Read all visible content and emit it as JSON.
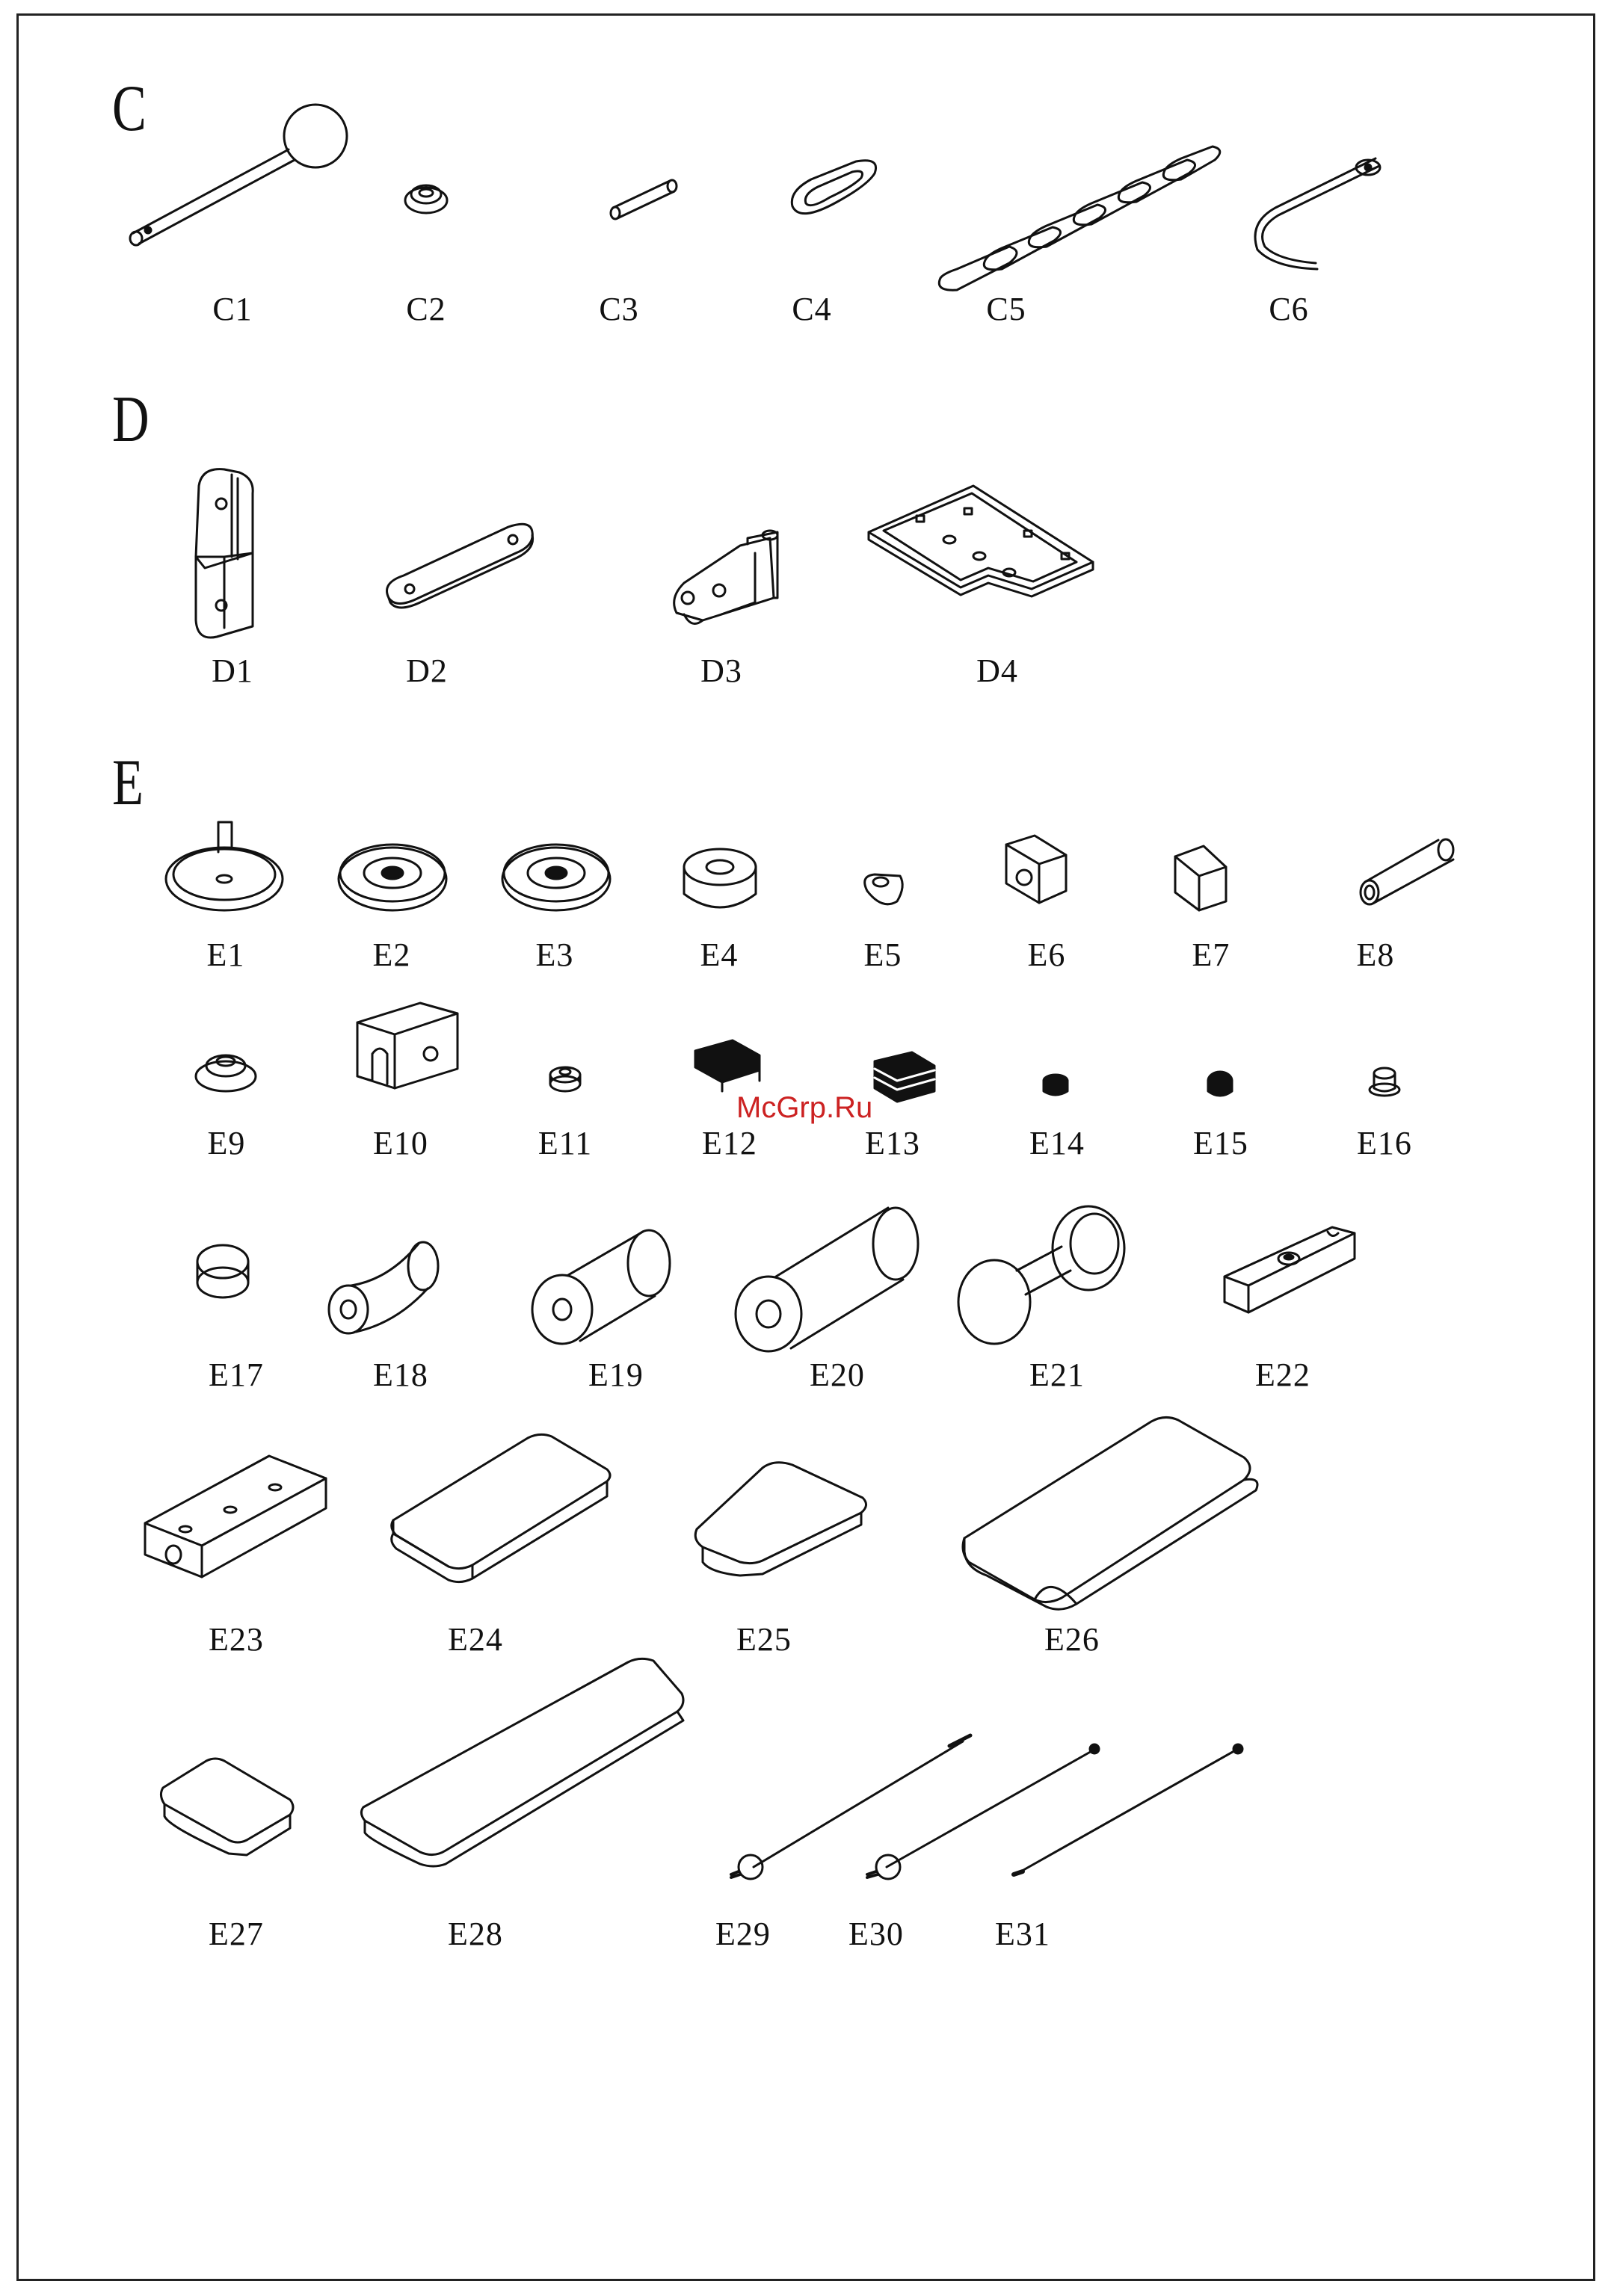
{
  "sections": {
    "c": "C",
    "d": "D",
    "e": "E"
  },
  "labels": {
    "C1": "C1",
    "C2": "C2",
    "C3": "C3",
    "C4": "C4",
    "C5": "C5",
    "C6": "C6",
    "D1": "D1",
    "D2": "D2",
    "D3": "D3",
    "D4": "D4",
    "E1": "E1",
    "E2": "E2",
    "E3": "E3",
    "E4": "E4",
    "E5": "E5",
    "E6": "E6",
    "E7": "E7",
    "E8": "E8",
    "E9": "E9",
    "E10": "E10",
    "E11": "E11",
    "E12": "E12",
    "E13": "E13",
    "E14": "E14",
    "E15": "E15",
    "E16": "E16",
    "E17": "E17",
    "E18": "E18",
    "E19": "E19",
    "E20": "E20",
    "E21": "E21",
    "E22": "E22",
    "E23": "E23",
    "E24": "E24",
    "E25": "E25",
    "E26": "E26",
    "E27": "E27",
    "E28": "E28",
    "E29": "E29",
    "E30": "E30",
    "E31": "E31"
  },
  "watermark": "McGrp.Ru"
}
